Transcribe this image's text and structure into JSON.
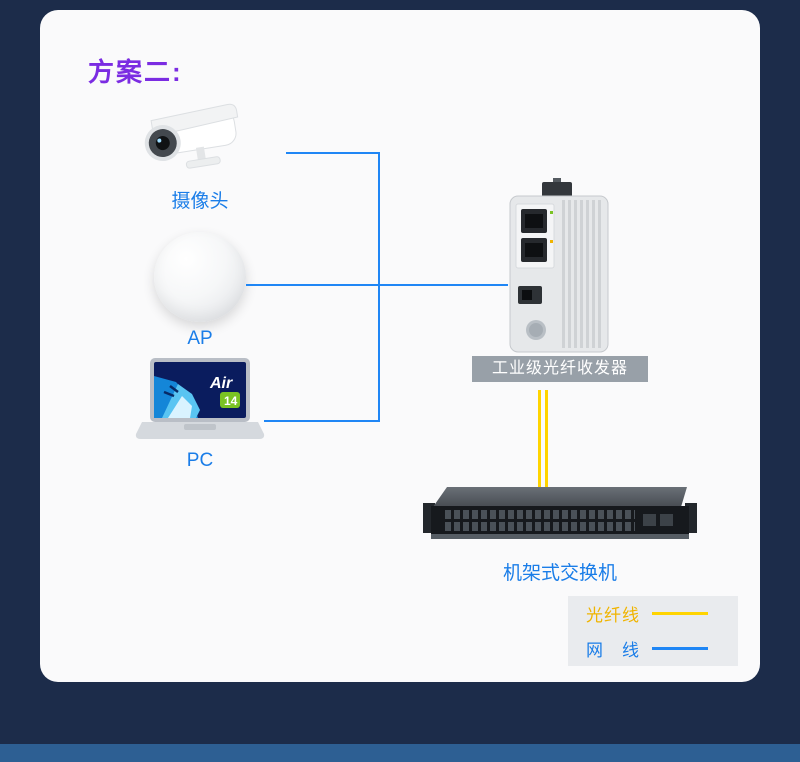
{
  "card": {
    "title": "方案二:"
  },
  "devices": [
    {
      "name": "camera",
      "label": "摄像头"
    },
    {
      "name": "ap",
      "label": "AP"
    },
    {
      "name": "pc",
      "label": "PC"
    }
  ],
  "laptop": {
    "brand": "Air",
    "model": "14"
  },
  "transceiver": {
    "label": "工业级光纤收发器"
  },
  "rack_switch": {
    "label": "机架式交换机"
  },
  "legend": {
    "items": [
      {
        "id": "fiber",
        "label": "光纤线",
        "color": "#FFD400"
      },
      {
        "id": "ethernet",
        "label": "网　线",
        "color": "#1F86F5"
      }
    ]
  },
  "colors": {
    "background": "#1C2C4A",
    "card": "#FAFAFB",
    "accent_purple": "#7B2CE2",
    "label_blue": "#1A7DE8",
    "line_blue": "#1F86F5",
    "fiber_yellow": "#FFD400",
    "transceiver_label_bg": "#98A0A8",
    "bottom_band": "#2D5F93"
  }
}
